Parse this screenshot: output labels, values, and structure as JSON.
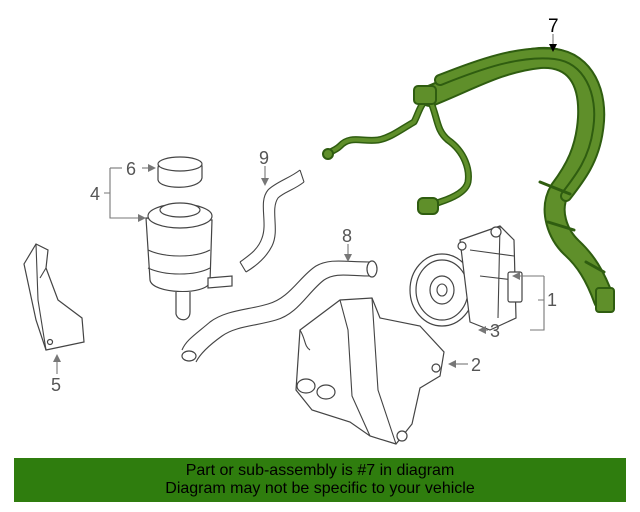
{
  "callouts": {
    "c1": "1",
    "c2": "2",
    "c3": "3",
    "c4": "4",
    "c5": "5",
    "c6": "6",
    "c7": "7",
    "c8": "8",
    "c9": "9"
  },
  "highlight_color": "#2f7d0e",
  "banner": {
    "line1": "Part or sub-assembly is #7 in diagram",
    "line2": "Diagram may not be specific to your vehicle"
  }
}
